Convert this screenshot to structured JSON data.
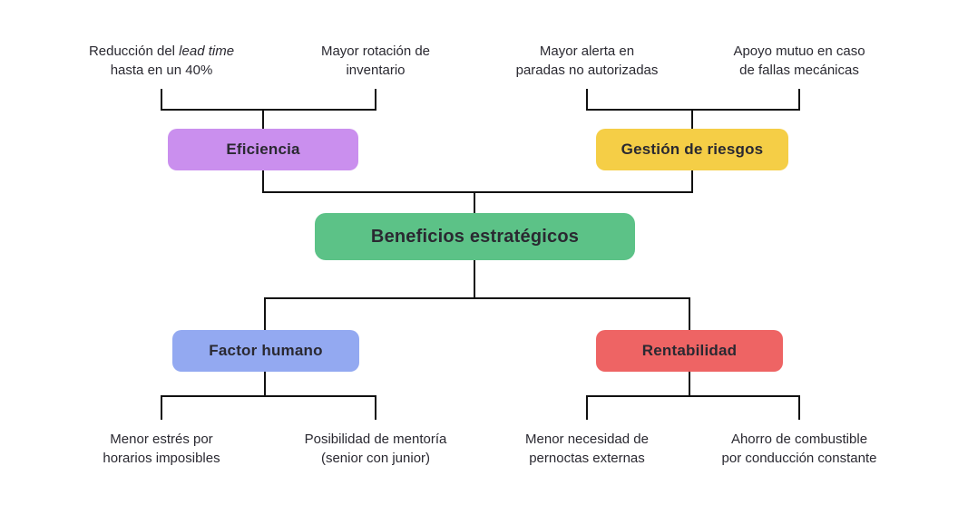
{
  "canvas": {
    "background": "#ffffff",
    "connector_color": "#111111",
    "text_color": "#2a2931"
  },
  "root": {
    "label": "Beneficios estratégicos",
    "fill": "#5cc287",
    "shadow": "#42702f"
  },
  "branches": [
    {
      "label": "Eficiencia",
      "fill": "#ca8fee",
      "shadow": "#9c63be",
      "leaf_accent": "#d194f4",
      "leaves": [
        {
          "line1_prefix": "Reducción del ",
          "line1_italic": "lead time",
          "line2": "hasta en un 40%"
        },
        {
          "line1": "Mayor rotación de",
          "line2": "inventario"
        }
      ]
    },
    {
      "label": "Gestión de riesgos",
      "fill": "#f5ce46",
      "shadow": "#ac8d24",
      "leaf_accent": "#fbd44f",
      "leaves": [
        {
          "line1": "Mayor alerta en",
          "line2": "paradas no autorizadas"
        },
        {
          "line1": "Apoyo mutuo en caso",
          "line2": "de fallas mecánicas"
        }
      ]
    },
    {
      "label": "Factor humano",
      "fill": "#93a9f1",
      "shadow": "#6572a3",
      "leaf_accent": "#8fa8f7",
      "leaves": [
        {
          "line1": "Menor estrés por",
          "line2": "horarios imposibles"
        },
        {
          "line1": "Posibilidad de mentoría",
          "line2": "(senior con junior)"
        }
      ]
    },
    {
      "label": "Rentabilidad",
      "fill": "#ee6464",
      "shadow": "#a04848",
      "leaf_accent": "#f06a6a",
      "leaves": [
        {
          "line1": "Menor necesidad de",
          "line2": "pernoctas externas"
        },
        {
          "line1": "Ahorro de combustible",
          "line2": "por conducción constante"
        }
      ]
    }
  ]
}
